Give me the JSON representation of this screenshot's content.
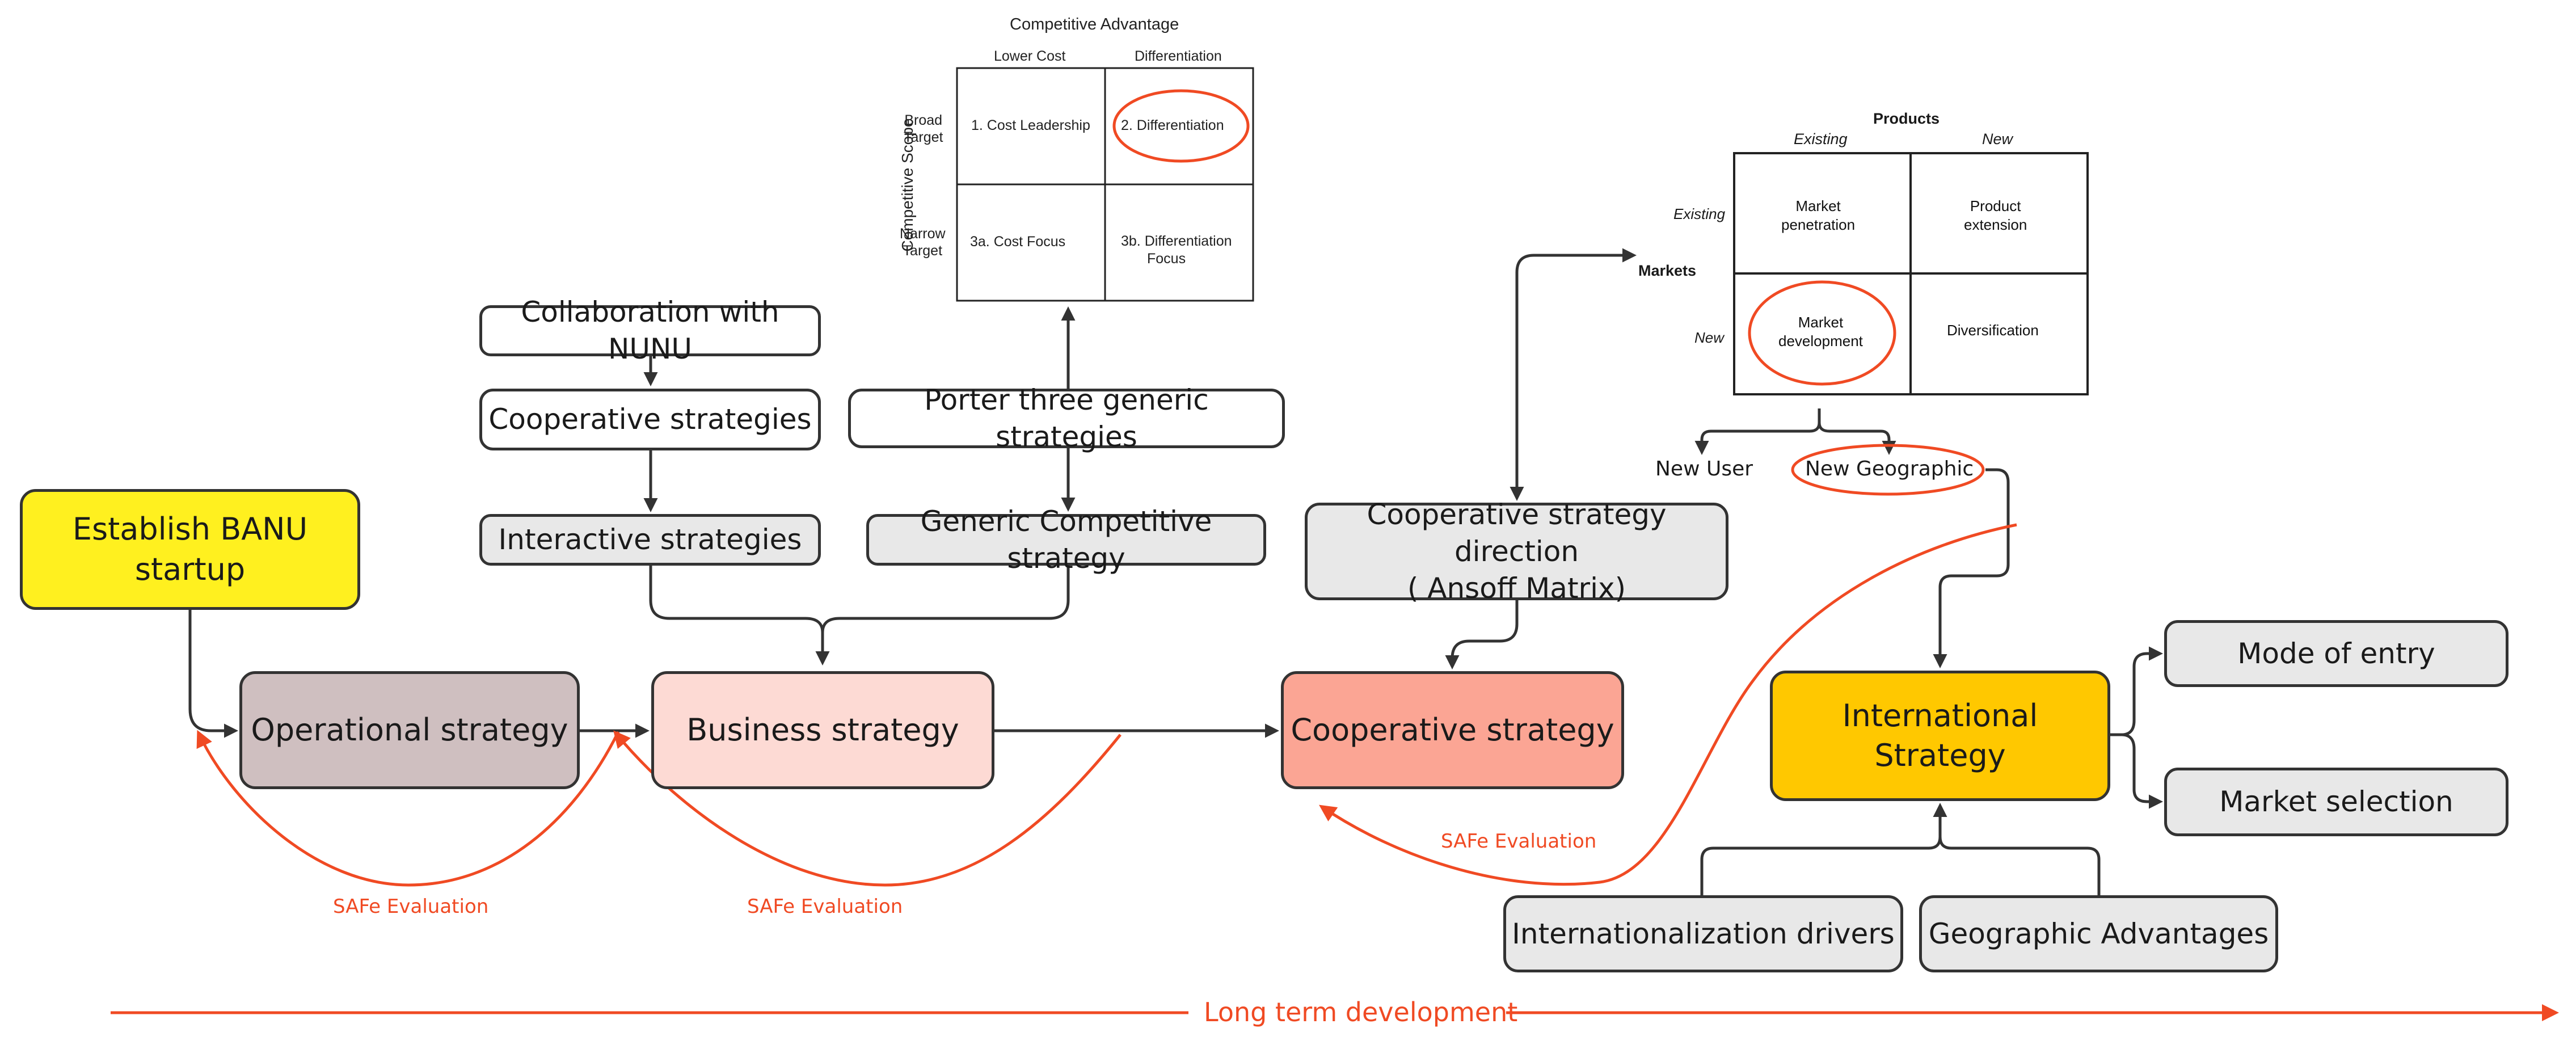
{
  "colors": {
    "accent_red": "#f04a23",
    "line": "#333333",
    "yellow": "#fff01f",
    "mauve": "#cfbfc0",
    "pink": "#fddad4",
    "salmon": "#fba594",
    "gold": "#ffc800",
    "grey": "#e8e8e8",
    "white": "#ffffff"
  },
  "nodes": {
    "establish": "Establish BANU startup",
    "operational": "Operational strategy",
    "business": "Business strategy",
    "cooperative": "Cooperative strategy",
    "international": "International Strategy",
    "collab": "Collaboration with NUNU",
    "coop_strategies": "Cooperative strategies",
    "interactive": "Interactive strategies",
    "porter": "Porter three generic strategies",
    "generic": "Generic Competitive strategy",
    "ansoff_line1": "Cooperative strategy direction",
    "ansoff_line2": "( Ansoff Matrix)",
    "mode_entry": "Mode of entry",
    "market_selection": "Market selection",
    "drivers": "Internationalization drivers",
    "geo_adv": "Geographic Advantages"
  },
  "porter_matrix": {
    "title": "Competitive Advantage",
    "col_headers": [
      "Lower Cost",
      "Differentiation"
    ],
    "row_axis": "Competitive Scope",
    "row_headers": [
      [
        "Broad",
        "Target"
      ],
      [
        "Narrow",
        "Target"
      ]
    ],
    "cells": [
      [
        "1. Cost Leadership",
        "2. Differentiation"
      ],
      [
        "3a. Cost Focus",
        [
          "3b. Differentiation",
          "Focus"
        ]
      ]
    ]
  },
  "ansoff_matrix": {
    "title": "Products",
    "col_headers": [
      "Existing",
      "New"
    ],
    "row_axis": "Markets",
    "row_headers": [
      "Existing",
      "New"
    ],
    "cells": [
      [
        [
          "Market",
          "penetration"
        ],
        [
          "Product",
          "extension"
        ]
      ],
      [
        [
          "Market",
          "development"
        ],
        [
          "Diversification"
        ]
      ]
    ]
  },
  "branches": {
    "new_user": "New User",
    "new_geographic": "New Geographic"
  },
  "evaluations": [
    "SAFe Evaluation",
    "SAFe Evaluation",
    "SAFe Evaluation"
  ],
  "timeline": "Long term development"
}
